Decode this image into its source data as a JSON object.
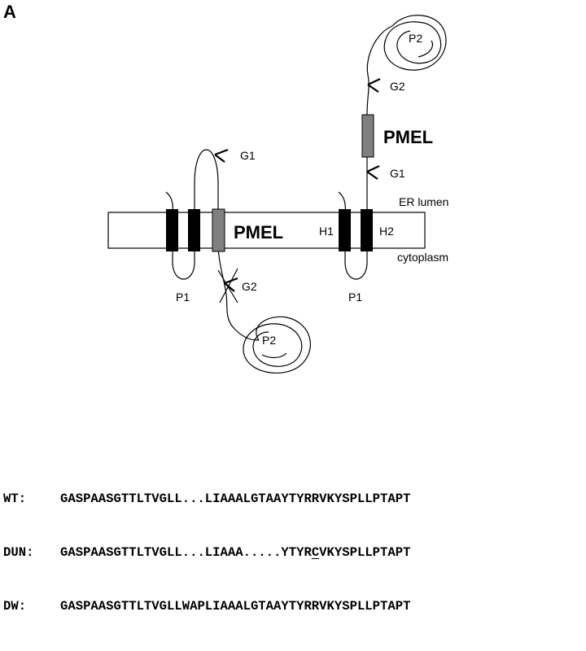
{
  "panel_label": "A",
  "diagram": {
    "labels": {
      "pmel_left": "PMEL",
      "pmel_right": "PMEL",
      "g1_left": "G1",
      "g2_left": "G2",
      "g1_right": "G1",
      "g2_right": "G2",
      "p1_left": "P1",
      "p1_right": "P1",
      "p2_bottom": "P2",
      "p2_top": "P2",
      "h1": "H1",
      "h2": "H2",
      "er_lumen": "ER lumen",
      "cytoplasm": "cytoplasm"
    },
    "colors": {
      "tm_segment": "#000000",
      "pmel_segment": "#808080",
      "membrane_fill": "#ffffff",
      "line": "#000000"
    }
  },
  "sequences": [
    {
      "name": "WT:",
      "pre": "GASPAASGTTLTVGLL...LIAAALGTAAYTYRRVKYSPLLPTAPT",
      "mark": "",
      "post": ""
    },
    {
      "name": "DUN:",
      "pre": "GASPAASGTTLTVGLL...LIAAA.....YTYR",
      "mark": "C",
      "post": "VKYSPLLPTAPT"
    },
    {
      "name": "DW:",
      "pre": "GASPAASGTTLTVGLLWAPLIAAALGTAAYTYRRVKYSPLLPTAPT",
      "mark": "",
      "post": ""
    }
  ]
}
